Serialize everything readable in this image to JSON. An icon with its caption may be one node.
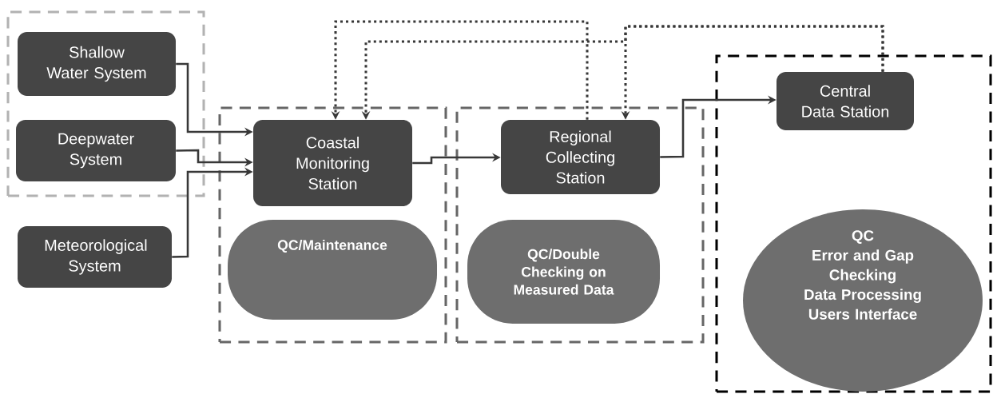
{
  "diagram": {
    "nodes": [
      {
        "text": [],
        "shape": "box"
      },
      {
        "text": [
          "Shallow Water System"
        ],
        "in": 0
      },
      {
        "text": [
          "Deepwater System"
        ],
        "in": 0
      },
      {
        "text": [
          "Meteorological System"
        ]
      },
      {
        "text": [],
        "shape": "box"
      },
      {
        "text": [
          "Coastal Monitoring Station"
        ],
        "in": 4
      },
      {
        "text": [
          "QC/Maintenance"
        ],
        "in": 4
      },
      {
        "text": [],
        "shape": "box"
      },
      {
        "text": [
          "Regional Collecting Station"
        ],
        "in": 7
      },
      {
        "text": [
          "QC/Double Checking on Measured Data"
        ],
        "in": 7
      },
      {
        "text": [],
        "shape": "box"
      },
      {
        "text": [
          "Central Data Station"
        ],
        "in": 10
      },
      {
        "text": [
          "QC",
          "Error and Gap Checking",
          "Data Processing",
          "Users Interface"
        ],
        "in": 10
      }
    ],
    "edges": [
      {
        "from": 1,
        "to": 5,
        "arrow": "to"
      },
      {
        "from": 2,
        "to": 5,
        "arrow": "to"
      },
      {
        "from": 3,
        "to": 5,
        "arrow": "to"
      },
      {
        "from": 5,
        "to": 8,
        "arrow": "to"
      },
      {
        "from": 8,
        "to": 11,
        "arrow": "to"
      },
      {
        "from": 8,
        "to": 5,
        "arrow": "to",
        "style": "dashed"
      },
      {
        "from": 11,
        "to": 8,
        "arrow": "to",
        "style": "dashed"
      },
      {
        "from": 11,
        "to": 5,
        "arrow": "to",
        "style": "dashed"
      }
    ]
  }
}
